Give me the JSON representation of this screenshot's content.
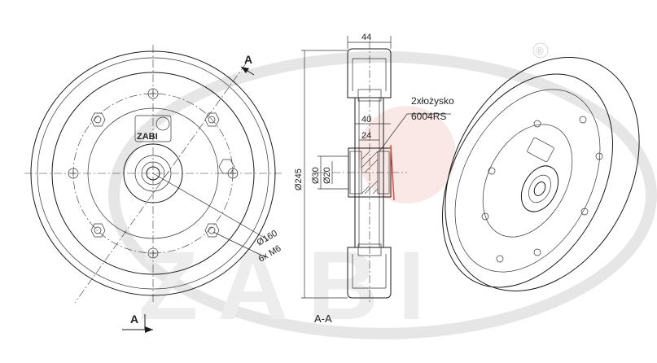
{
  "section_marker": "A",
  "section_title": "A-A",
  "dimensions": {
    "width_44": "44",
    "d40": "40",
    "d24": "24",
    "d245": "Ø245",
    "d30": "Ø30",
    "d20": "Ø20",
    "d160": "Ø160",
    "bolts": "6x M6"
  },
  "bearing_note": {
    "line1": "2xłożysko",
    "line2": "6004RS"
  },
  "logo_text": "ZABI",
  "watermark_text": "ZABI",
  "registered_mark": "®",
  "colors": {
    "line": "#1a1a1a",
    "watermark": "#e6e6e6",
    "accent_red": "#e24b3b"
  }
}
